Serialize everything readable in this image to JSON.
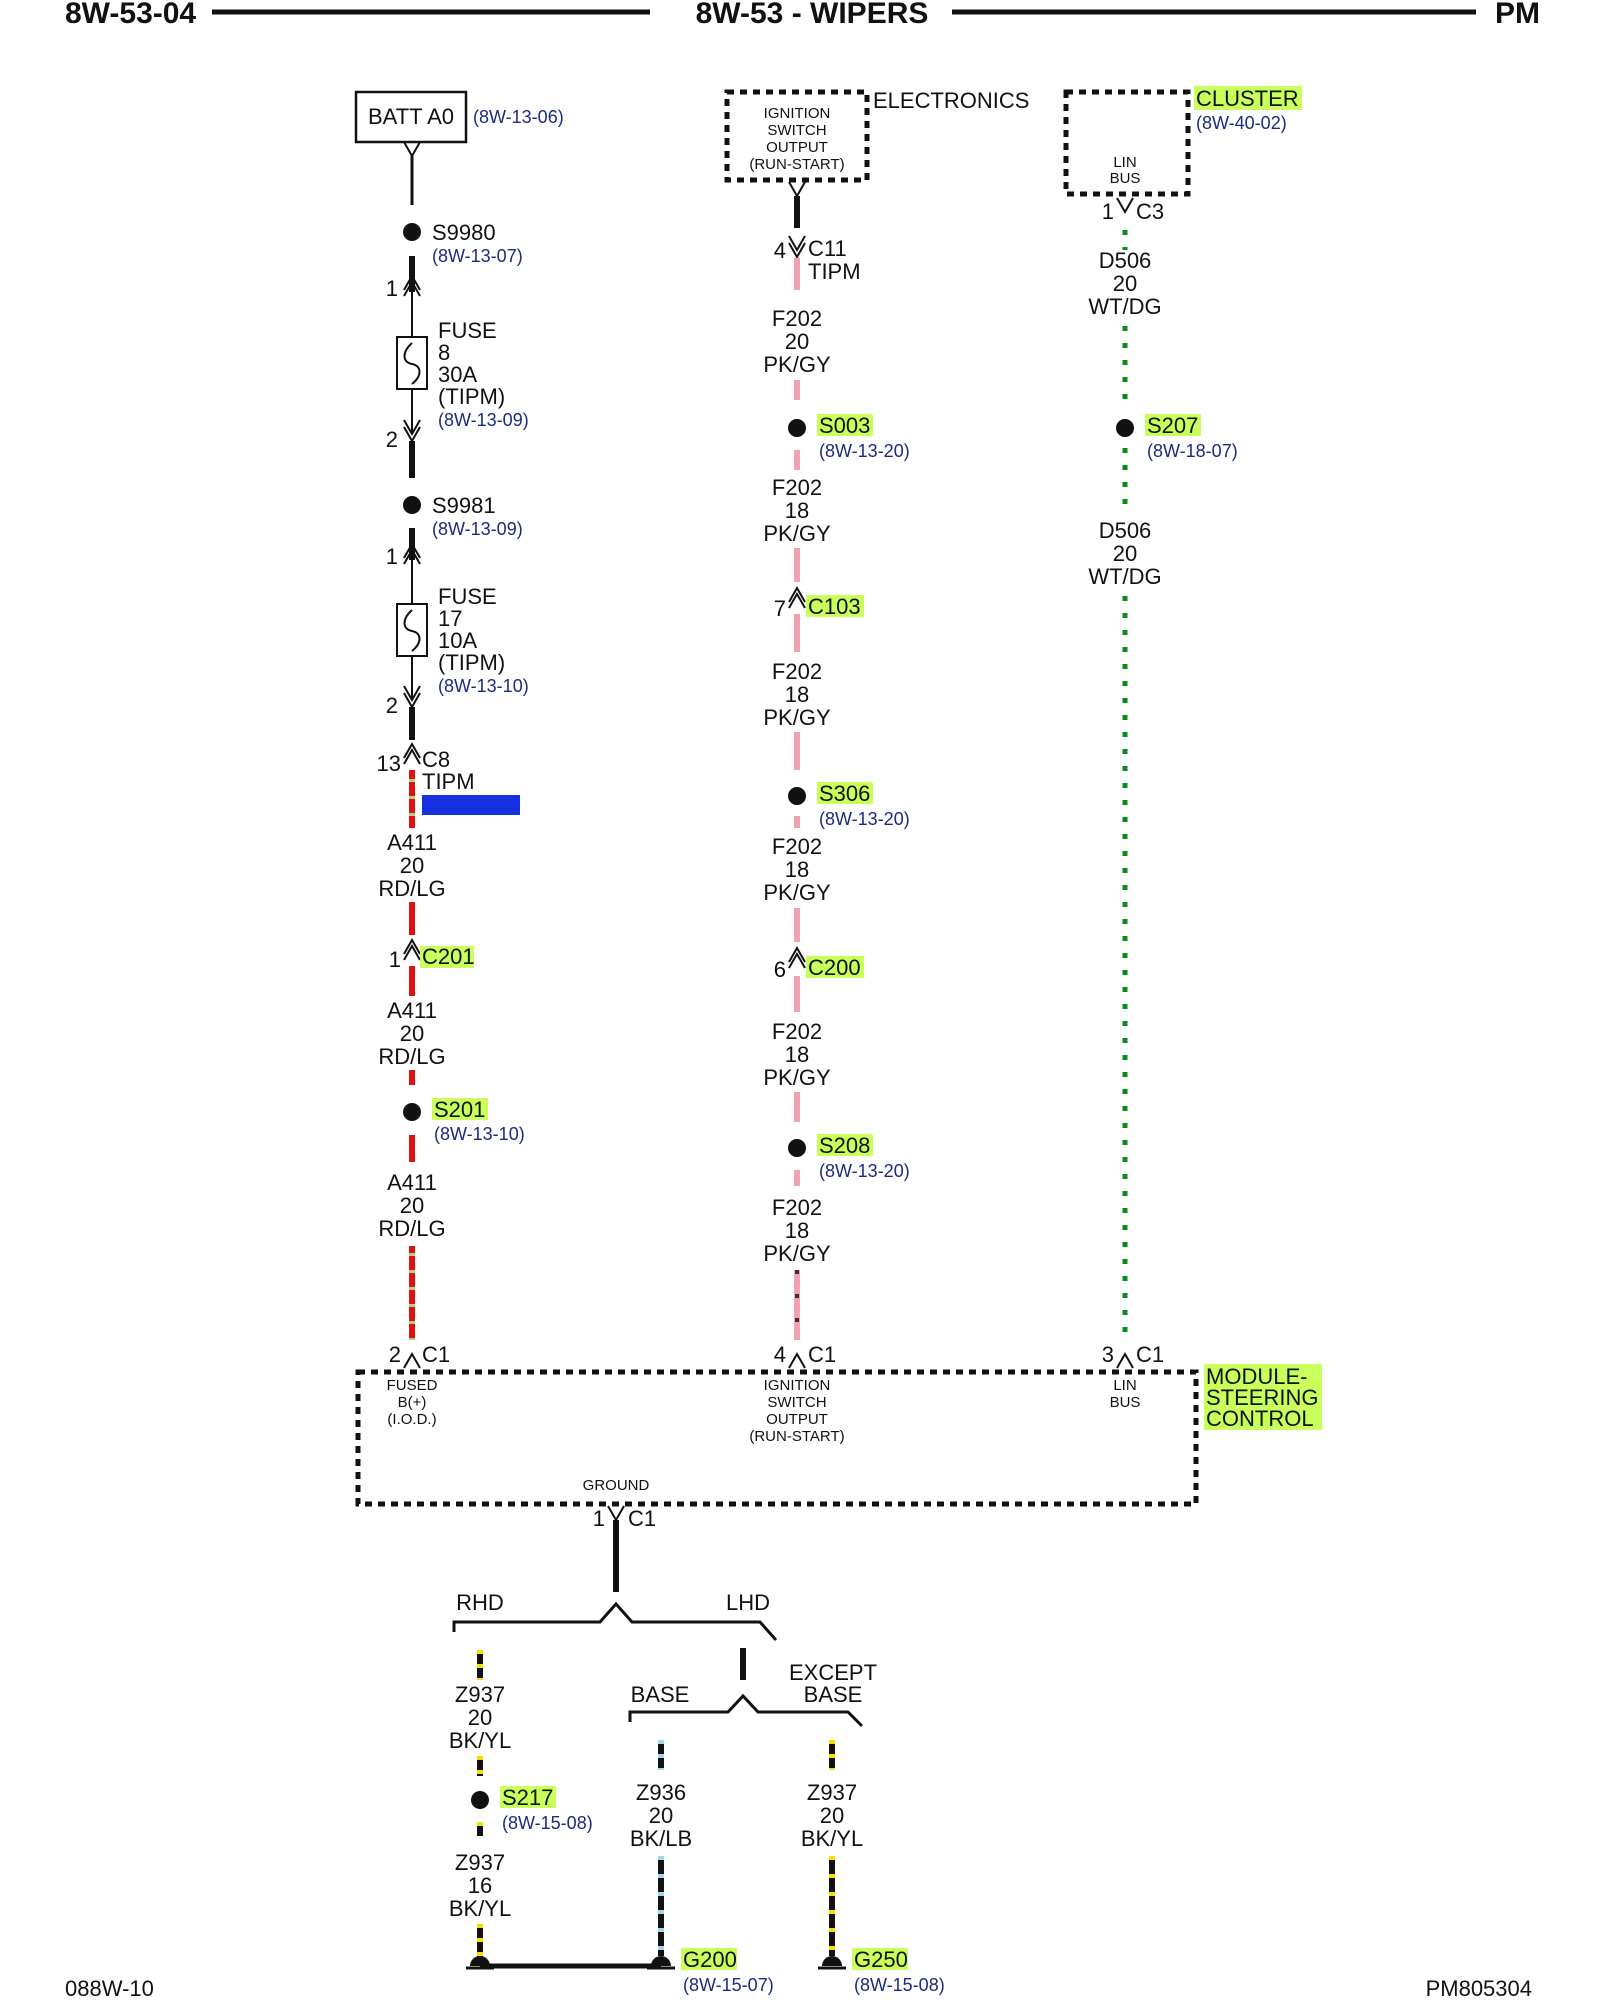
{
  "header": {
    "left": "8W-53-04",
    "center": "8W-53 - WIPERS",
    "right": "PM"
  },
  "footer": {
    "left": "088W-10",
    "right": "PM805304"
  },
  "col1": {
    "source": "BATT A0",
    "source_ref": "(8W-13-06)",
    "s9980": "S9980",
    "s9980_ref": "(8W-13-07)",
    "fuse8": {
      "pin_in": "1",
      "pin_out": "2",
      "l1": "FUSE",
      "l2": "8",
      "l3": "30A",
      "l4": "(TIPM)",
      "ref": "(8W-13-09)"
    },
    "s9981": "S9981",
    "s9981_ref": "(8W-13-09)",
    "fuse17": {
      "pin_in": "1",
      "pin_out": "2",
      "l1": "FUSE",
      "l2": "17",
      "l3": "10A",
      "l4": "(TIPM)",
      "ref": "(8W-13-10)"
    },
    "c8_pin": "13",
    "c8": "C8",
    "c8_sub": "TIPM",
    "w1": [
      "A411",
      "20",
      "RD/LG"
    ],
    "c201_pin": "1",
    "c201": "C201",
    "w2": [
      "A411",
      "20",
      "RD/LG"
    ],
    "s201": "S201",
    "s201_ref": "(8W-13-10)",
    "w3": [
      "A411",
      "20",
      "RD/LG"
    ],
    "c1_pin": "2",
    "c1": "C1",
    "mod_label": [
      "FUSED",
      "B(+)",
      "(I.O.D.)"
    ]
  },
  "col2": {
    "box_lines": [
      "IGNITION",
      "SWITCH",
      "OUTPUT",
      "(RUN-START)"
    ],
    "box_title": "ELECTRONICS",
    "c11_pin": "4",
    "c11": "C11",
    "c11_sub": "TIPM",
    "w1": [
      "F202",
      "20",
      "PK/GY"
    ],
    "s003": "S003",
    "s003_ref": "(8W-13-20)",
    "w2": [
      "F202",
      "18",
      "PK/GY"
    ],
    "c103_pin": "7",
    "c103": "C103",
    "w3": [
      "F202",
      "18",
      "PK/GY"
    ],
    "s306": "S306",
    "s306_ref": "(8W-13-20)",
    "w4": [
      "F202",
      "18",
      "PK/GY"
    ],
    "c200_pin": "6",
    "c200": "C200",
    "w5": [
      "F202",
      "18",
      "PK/GY"
    ],
    "s208": "S208",
    "s208_ref": "(8W-13-20)",
    "w6": [
      "F202",
      "18",
      "PK/GY"
    ],
    "c1_pin": "4",
    "c1": "C1",
    "mod_label": [
      "IGNITION",
      "SWITCH",
      "OUTPUT",
      "(RUN-START)"
    ]
  },
  "col3": {
    "box_lines": [
      "LIN",
      "BUS"
    ],
    "box_title": "CLUSTER",
    "box_ref": "(8W-40-02)",
    "c3_pin": "1",
    "c3": "C3",
    "w1": [
      "D506",
      "20",
      "WT/DG"
    ],
    "s207": "S207",
    "s207_ref": "(8W-18-07)",
    "w2": [
      "D506",
      "20",
      "WT/DG"
    ],
    "c1_pin": "3",
    "c1": "C1",
    "mod_label": [
      "LIN",
      "BUS"
    ]
  },
  "module": {
    "title": [
      "MODULE-",
      "STEERING",
      "CONTROL"
    ],
    "ground": "GROUND",
    "g_pin": "1",
    "g_conn": "C1"
  },
  "ground": {
    "rhd": "RHD",
    "lhd": "LHD",
    "base": "BASE",
    "except": [
      "EXCEPT",
      "BASE"
    ],
    "wrhd1": [
      "Z937",
      "20",
      "BK/YL"
    ],
    "s217": "S217",
    "s217_ref": "(8W-15-08)",
    "wrhd2": [
      "Z937",
      "16",
      "BK/YL"
    ],
    "wbase": [
      "Z936",
      "20",
      "BK/LB"
    ],
    "wexc": [
      "Z937",
      "20",
      "BK/YL"
    ],
    "g200": "G200",
    "g200_ref": "(8W-15-07)",
    "g250": "G250",
    "g250_ref": "(8W-15-08)"
  },
  "colors": {
    "red": "#e01010",
    "pink": "#f4a0b4",
    "green": "#0a8a1a",
    "yellow": "#f2e000",
    "blue": "#1530e0",
    "lightblue": "#9fd8e8",
    "highlight": "#c8ff5a"
  }
}
